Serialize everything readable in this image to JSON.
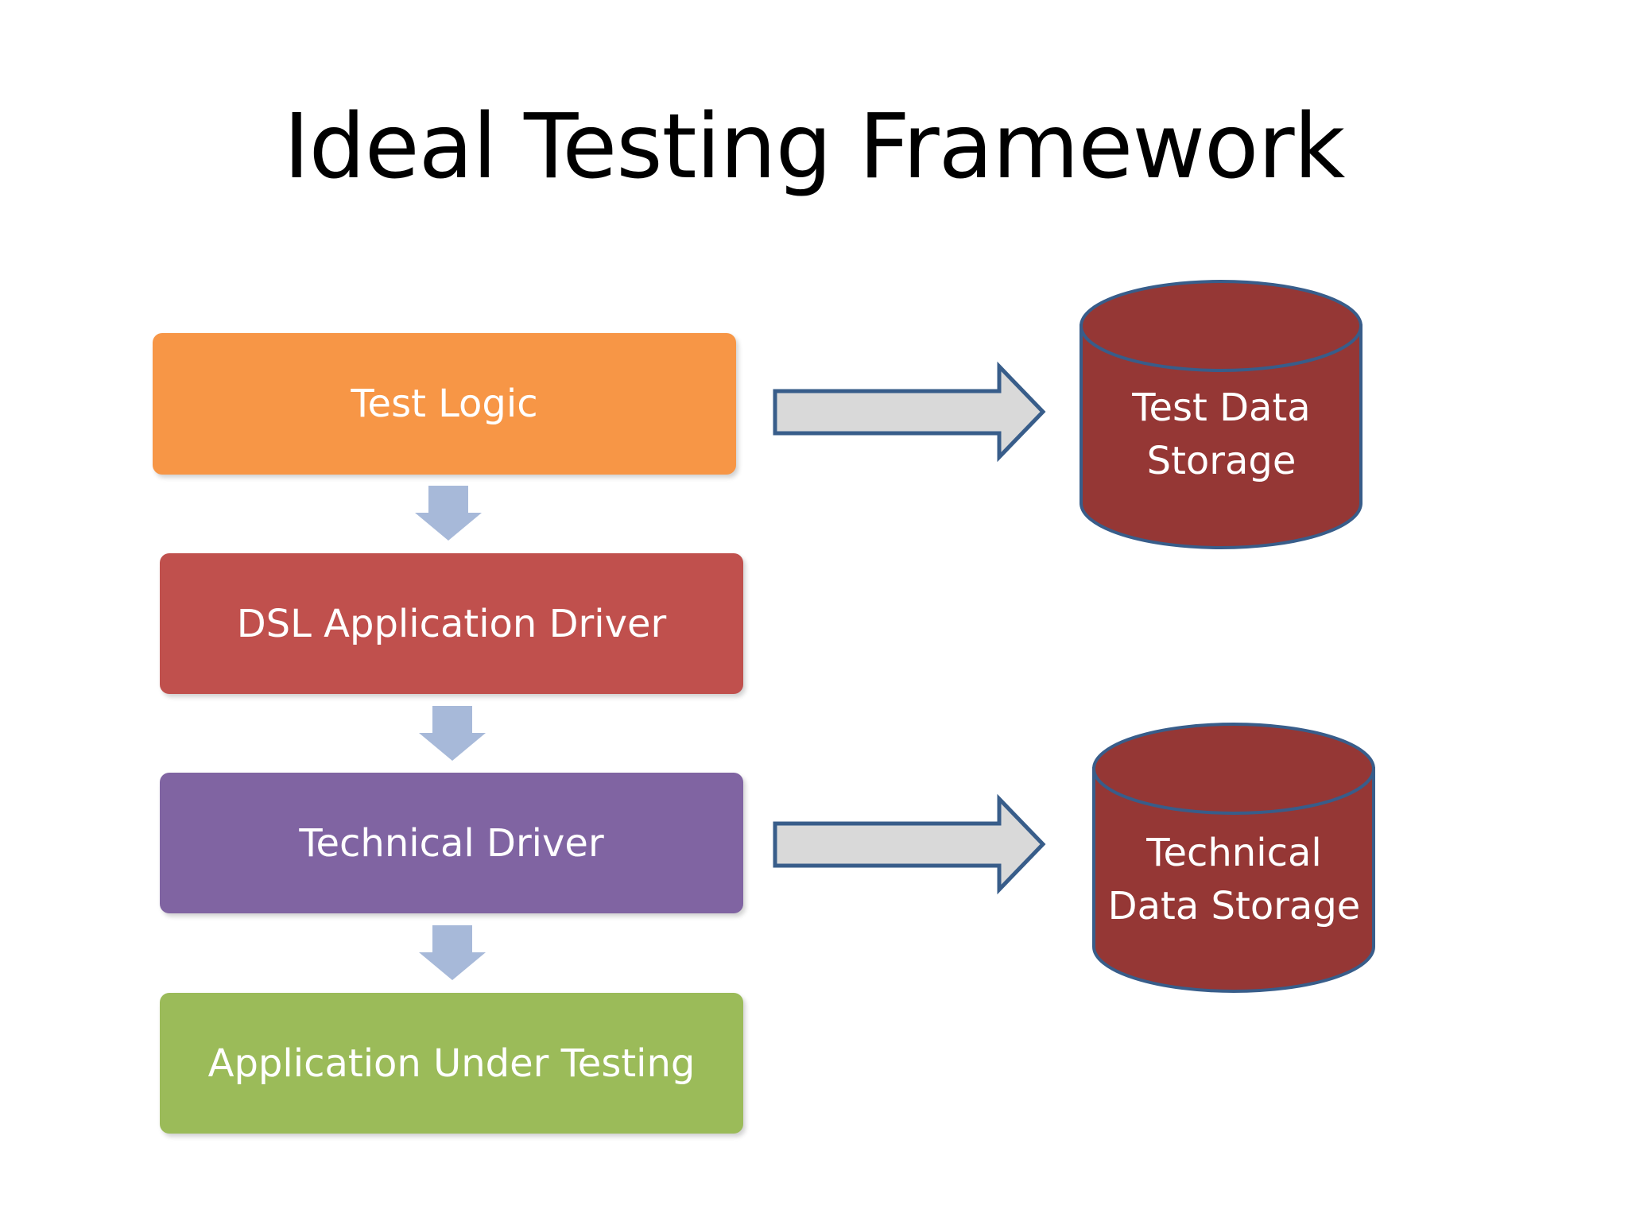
{
  "title": "Ideal Testing Framework",
  "colors": {
    "test_logic": "#F79646",
    "dsl_driver": "#C0504D",
    "technical_driver": "#8064A2",
    "application": "#9BBB59",
    "storage_fill": "#953735",
    "storage_stroke": "#385D8A",
    "down_arrow": "#A7B9D9",
    "block_arrow_fill": "#D9D9D9",
    "block_arrow_stroke": "#385D8A"
  },
  "layers": [
    {
      "id": "test_logic",
      "label": "Test Logic"
    },
    {
      "id": "dsl_driver",
      "label": "DSL Application Driver"
    },
    {
      "id": "technical_driver",
      "label": "Technical Driver"
    },
    {
      "id": "application",
      "label": "Application Under Testing"
    }
  ],
  "storages": [
    {
      "id": "test_data",
      "line1": "Test Data",
      "line2": "Storage"
    },
    {
      "id": "technical_data",
      "line1": "Technical",
      "line2": "Data Storage"
    }
  ]
}
